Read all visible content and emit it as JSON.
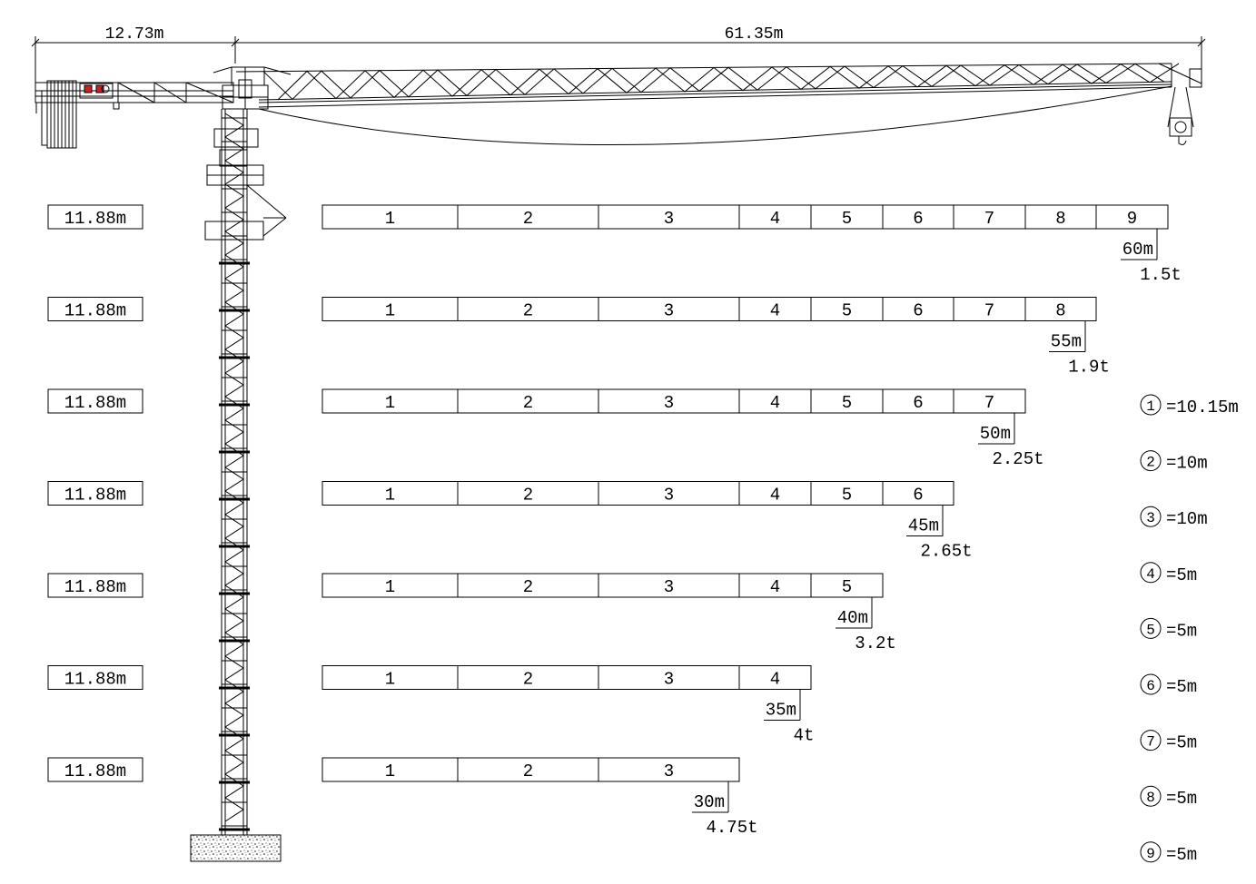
{
  "dimensions": {
    "counter_jib": "12.73m",
    "jib": "61.35m"
  },
  "counter_jib_label": "11.88m",
  "configurations": [
    {
      "sections": [
        "1",
        "2",
        "3",
        "4",
        "5",
        "6",
        "7",
        "8",
        "9"
      ],
      "radius": "60m",
      "load": "1.5t"
    },
    {
      "sections": [
        "1",
        "2",
        "3",
        "4",
        "5",
        "6",
        "7",
        "8"
      ],
      "radius": "55m",
      "load": "1.9t"
    },
    {
      "sections": [
        "1",
        "2",
        "3",
        "4",
        "5",
        "6",
        "7"
      ],
      "radius": "50m",
      "load": "2.25t"
    },
    {
      "sections": [
        "1",
        "2",
        "3",
        "4",
        "5",
        "6"
      ],
      "radius": "45m",
      "load": "2.65t"
    },
    {
      "sections": [
        "1",
        "2",
        "3",
        "4",
        "5"
      ],
      "radius": "40m",
      "load": "3.2t"
    },
    {
      "sections": [
        "1",
        "2",
        "3",
        "4"
      ],
      "radius": "35m",
      "load": "4t"
    },
    {
      "sections": [
        "1",
        "2",
        "3"
      ],
      "radius": "30m",
      "load": "4.75t"
    }
  ],
  "legend": [
    {
      "num": "1",
      "text": "=10.15m"
    },
    {
      "num": "2",
      "text": "=10m"
    },
    {
      "num": "3",
      "text": "=10m"
    },
    {
      "num": "4",
      "text": "=5m"
    },
    {
      "num": "5",
      "text": "=5m"
    },
    {
      "num": "6",
      "text": "=5m"
    },
    {
      "num": "7",
      "text": "=5m"
    },
    {
      "num": "8",
      "text": "=5m"
    },
    {
      "num": "9",
      "text": "=5m"
    }
  ],
  "colors": {
    "line": "#000000",
    "cab_accent": "#cc2222"
  }
}
